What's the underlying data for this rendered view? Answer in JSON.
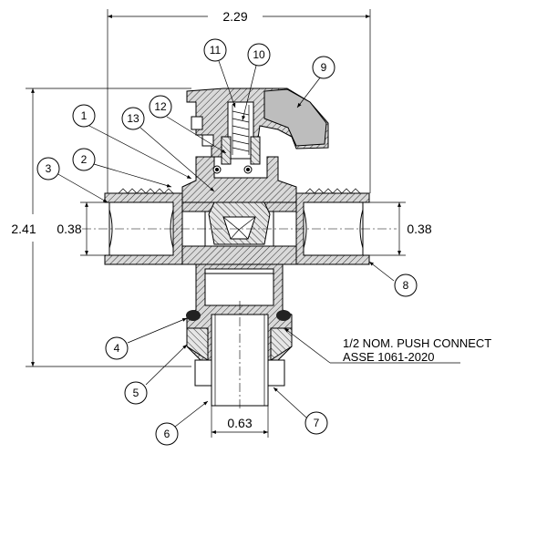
{
  "dimensions": {
    "overall_width": "2.29",
    "overall_height": "2.41",
    "left_port": "0.38",
    "right_port": "0.38",
    "tube_od": "0.63"
  },
  "note": {
    "line1": "1/2 NOM. PUSH CONNECT",
    "line2": "ASSE 1061-2020"
  },
  "balloons": [
    {
      "id": "1",
      "label": "1"
    },
    {
      "id": "2",
      "label": "2"
    },
    {
      "id": "3",
      "label": "3"
    },
    {
      "id": "4",
      "label": "4"
    },
    {
      "id": "5",
      "label": "5"
    },
    {
      "id": "6",
      "label": "6"
    },
    {
      "id": "7",
      "label": "7"
    },
    {
      "id": "8",
      "label": "8"
    },
    {
      "id": "9",
      "label": "9"
    },
    {
      "id": "10",
      "label": "10"
    },
    {
      "id": "11",
      "label": "11"
    },
    {
      "id": "12",
      "label": "12"
    },
    {
      "id": "13",
      "label": "13"
    }
  ]
}
